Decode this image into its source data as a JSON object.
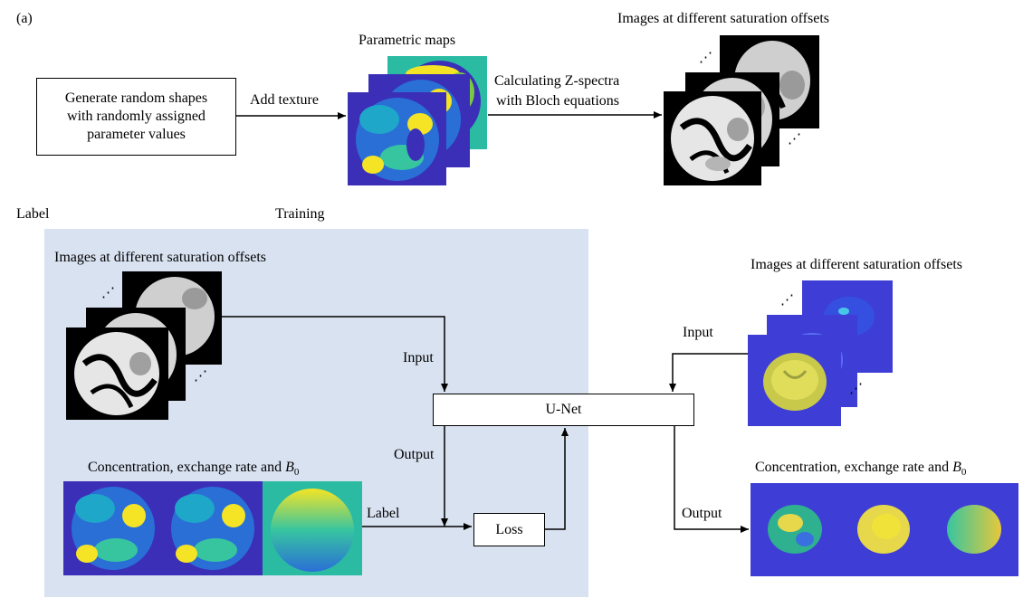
{
  "panel_a": {
    "label": "(a)",
    "generate_box": [
      "Generate random shapes",
      "with randomly assigned",
      "parameter values"
    ],
    "add_texture": "Add texture",
    "parametric_maps": "Parametric maps",
    "calc_line1": "Calculating Z-spectra",
    "calc_line2": "with Bloch equations",
    "images_title": "Images at different saturation offsets"
  },
  "panel_b": {
    "label": "Label",
    "training_title": "Training",
    "images_title_left": "Images at different saturation offsets",
    "input_left": "Input",
    "output_left": "Output",
    "unet": "U-Net",
    "loss": "Loss",
    "conc_left_prefix": "Concentration, exchange rate and ",
    "b0_var": "B",
    "b0_sub": "0",
    "images_title_right": "Images at different saturation offsets",
    "input_right": "Input",
    "output_right": "Output",
    "conc_right_prefix": "Concentration, exchange rate and "
  },
  "colors": {
    "training_panel": "#d9e2f1",
    "map_blue": "#3b2fb8",
    "map_teal": "#2bbba3",
    "map_yellow": "#f5e426"
  }
}
